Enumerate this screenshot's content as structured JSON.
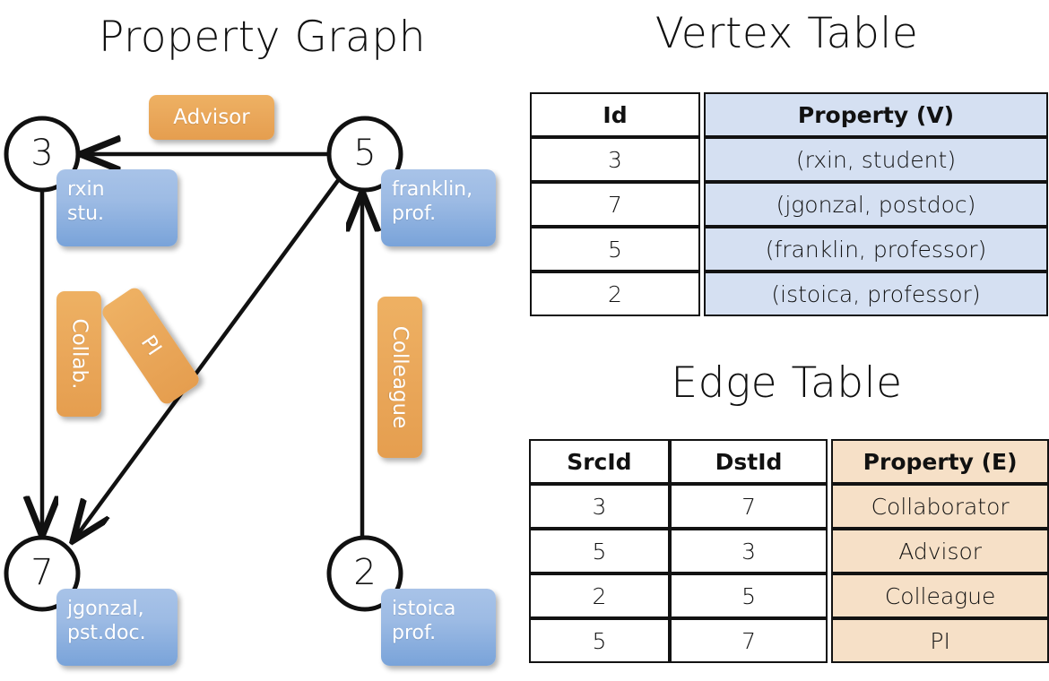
{
  "titles": {
    "property_graph": "Property Graph",
    "vertex_table": "Vertex Table",
    "edge_table": "Edge Table"
  },
  "colors": {
    "node_blue_fill": "#9dbbe4",
    "edge_orange_fill": "#eaa85b",
    "vertex_table_property_bg": "#d5e0f2",
    "edge_table_property_bg": "#f6e0c7",
    "stroke": "#121212",
    "text_on_fill": "#ffffff"
  },
  "graph": {
    "nodes": [
      {
        "id": "3",
        "property": "rxin\nstu.",
        "prop_line1": "rxin",
        "prop_line2": "stu."
      },
      {
        "id": "5",
        "property": "franklin,\nprof.",
        "prop_line1": "franklin,",
        "prop_line2": "prof."
      },
      {
        "id": "7",
        "property": "jgonzal,\npst.doc.",
        "prop_line1": "jgonzal,",
        "prop_line2": "pst.doc."
      },
      {
        "id": "2",
        "property": "istoica\nprof.",
        "prop_line1": "istoica",
        "prop_line2": "prof."
      }
    ],
    "edges": [
      {
        "src": "5",
        "dst": "3",
        "label": "Advisor"
      },
      {
        "src": "3",
        "dst": "7",
        "label": "Collab."
      },
      {
        "src": "5",
        "dst": "7",
        "label": "PI"
      },
      {
        "src": "2",
        "dst": "5",
        "label": "Colleague"
      }
    ]
  },
  "vertex_table": {
    "headers": [
      "Id",
      "Property (V)"
    ],
    "rows": [
      {
        "id": "3",
        "property": "(rxin, student)"
      },
      {
        "id": "7",
        "property": "(jgonzal, postdoc)"
      },
      {
        "id": "5",
        "property": "(franklin, professor)"
      },
      {
        "id": "2",
        "property": "(istoica, professor)"
      }
    ]
  },
  "edge_table": {
    "headers": [
      "SrcId",
      "DstId",
      "Property (E)"
    ],
    "rows": [
      {
        "src": "3",
        "dst": "7",
        "property": "Collaborator"
      },
      {
        "src": "5",
        "dst": "3",
        "property": "Advisor"
      },
      {
        "src": "2",
        "dst": "5",
        "property": "Colleague"
      },
      {
        "src": "5",
        "dst": "7",
        "property": "PI"
      }
    ]
  }
}
